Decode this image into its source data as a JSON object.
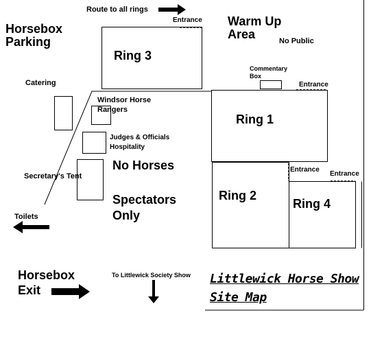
{
  "map": {
    "rings": {
      "ring1": "Ring 1",
      "ring2": "Ring 2",
      "ring3": "Ring 3",
      "ring4": "Ring 4"
    },
    "areas": {
      "horsebox_parking": "Horsebox Parking",
      "warm_up_area": "Warm Up Area",
      "no_public": "No Public",
      "catering": "Catering",
      "windsor_horse_rangers": "Windsor Horse Rangers",
      "judges_officials": "Judges & Officials Hospitality",
      "secretarys_tent": "Secretary's Tent",
      "no_horses": "No Horses",
      "spectators_only": "Spectators Only",
      "commentary_box": "Commentary Box",
      "toilets": "Toilets",
      "horsebox_exit": "Horsebox Exit",
      "to_littlewick": "To Littlewick Society Show",
      "route_to_rings": "Route to all rings"
    },
    "entrances": {
      "ring3": "Entrance",
      "ring1": "Entrance",
      "ring2": "Entrance",
      "ring4": "Entrance"
    },
    "title_line1": "Littlewick Horse Show",
    "title_line2": "Site Map"
  }
}
